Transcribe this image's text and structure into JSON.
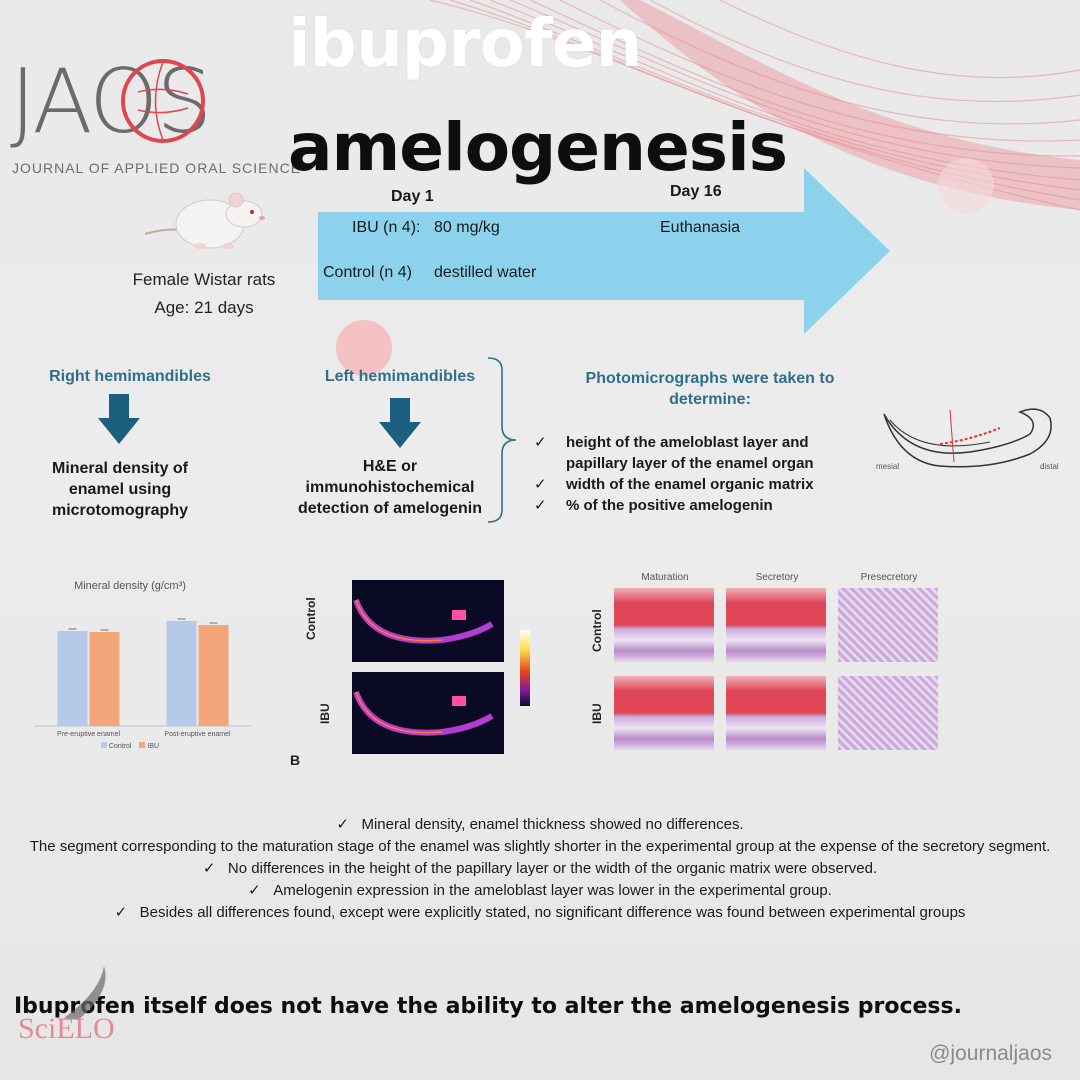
{
  "header": {
    "logo_text": "JAOS",
    "logo_subtitle": "JOURNAL OF APPLIED ORAL SCIENCE",
    "title_line1": "ibuprofen",
    "title_line2": "amelogenesis"
  },
  "protocol": {
    "subject_line1": "Female Wistar rats",
    "subject_line2": "Age: 21 days",
    "day1_label": "Day 1",
    "day16_label": "Day 16",
    "ibu_group": "IBU (n 4):",
    "ibu_dose": "80 mg/kg",
    "control_group": "Control (n 4)",
    "control_treatment": "destilled water",
    "endpoint": "Euthanasia"
  },
  "methods": {
    "right": {
      "heading": "Right hemimandibles",
      "text_lines": [
        "Mineral density of",
        "enamel using",
        "microtomography"
      ]
    },
    "left": {
      "heading": "Left hemimandibles",
      "text_lines": [
        "H&E or",
        "immunohistochemical",
        "detection of amelogenin"
      ]
    },
    "photo": {
      "heading_line1": "Photomicrographs were taken to",
      "heading_line2": "determine:",
      "items": [
        "height of the ameloblast layer and",
        "papillary layer  of the enamel organ",
        "width of the enamel organic matrix",
        "% of   the positive amelogenin"
      ],
      "diagram_labels": {
        "mesial": "mesial",
        "distal": "distal"
      }
    }
  },
  "chart_data": {
    "type": "bar",
    "title": "Mineral density (g/cm³)",
    "categories": [
      "Pre-eruptive enamel",
      "Post-eruptive enamel"
    ],
    "series": [
      {
        "name": "Control",
        "values": [
          1.9,
          2.1
        ],
        "color": "#b6c9e8"
      },
      {
        "name": "IBU",
        "values": [
          1.88,
          2.02
        ],
        "color": "#f3a67a"
      }
    ],
    "ylim": [
      0,
      2.4
    ],
    "legend": "bottom"
  },
  "microtomography": {
    "row_labels": [
      "Control",
      "IBU"
    ],
    "panel_label": "B"
  },
  "histology": {
    "column_labels": [
      "Maturation",
      "Secretory",
      "Presecretory"
    ],
    "row_labels": [
      "Control",
      "IBU"
    ]
  },
  "summary": [
    {
      "check": "✓",
      "text": "Mineral density, enamel thickness showed no differences."
    },
    {
      "check": "",
      "text": "The segment corresponding to the maturation stage of the enamel was slightly shorter in the experimental group at the expense of the secretory segment."
    },
    {
      "check": "✓",
      "text": "No differences in the height of the papillary layer or the width of the organic matrix were observed."
    },
    {
      "check": "✓",
      "text": "Amelogenin expression in the ameloblast layer was lower in the experimental group."
    },
    {
      "check": "✓",
      "text": "Besides all differences found, except were explicitly stated, no significant difference was found between experimental groups"
    }
  ],
  "conclusion": "Ibuprofen itself does not have the ability to alter the amelogenesis process.",
  "footer": {
    "handle": "@journaljaos",
    "scielo_logo": "SciELO"
  },
  "colors": {
    "arrow": "#8dd2ec",
    "heading_blue": "#2f6f8a",
    "down_arrow": "#1d5f7e",
    "ribbon": "#e35b63"
  }
}
